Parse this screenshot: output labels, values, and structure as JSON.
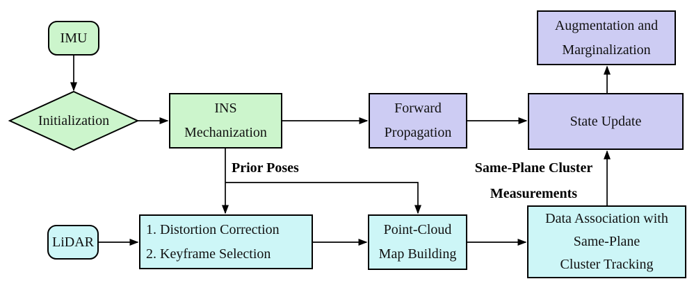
{
  "colors": {
    "imu_fill": "#ccf5cc",
    "filter_fill": "#cdccf3",
    "lidar_fill": "#cdf6f7",
    "stroke": "#000000",
    "background": "#ffffff"
  },
  "nodes": {
    "imu": {
      "label": "IMU"
    },
    "initialization": {
      "label": "Initialization"
    },
    "ins_mechanization": {
      "lines": [
        "INS",
        "Mechanization"
      ]
    },
    "forward_propagation": {
      "lines": [
        "Forward",
        "Propagation"
      ]
    },
    "state_update": {
      "label": "State Update"
    },
    "augmentation_marginalization": {
      "lines": [
        "Augmentation and",
        "Marginalization"
      ]
    },
    "lidar": {
      "label": "LiDAR"
    },
    "lidar_preprocessing": {
      "lines": [
        "1. Distortion Correction",
        "2. Keyframe Selection"
      ]
    },
    "point_cloud_map_building": {
      "lines": [
        "Point-Cloud",
        "Map Building"
      ]
    },
    "data_association": {
      "lines": [
        "Data Association with",
        "Same-Plane",
        "Cluster Tracking"
      ]
    }
  },
  "edge_labels": {
    "prior_poses": "Prior Poses",
    "same_plane_cluster_measurements": {
      "lines": [
        "Same-Plane Cluster",
        "Measurements"
      ]
    }
  }
}
